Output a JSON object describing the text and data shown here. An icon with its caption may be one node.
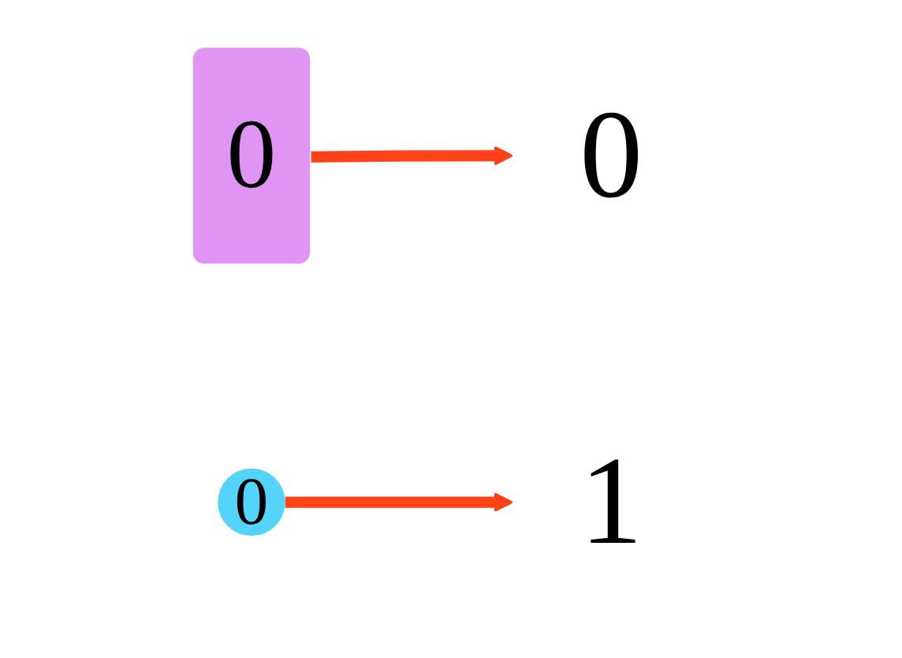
{
  "diagram": {
    "nodes": [
      {
        "text": [
          "0"
        ]
      },
      {
        "text": [
          "0"
        ]
      },
      {
        "text": [
          "1"
        ]
      },
      {
        "text": [
          "0"
        ]
      }
    ],
    "edges": [
      {
        "from": 1,
        "to": 2,
        "arrow": "to"
      },
      {
        "from": 0,
        "to": 3,
        "arrow": "to"
      }
    ]
  }
}
